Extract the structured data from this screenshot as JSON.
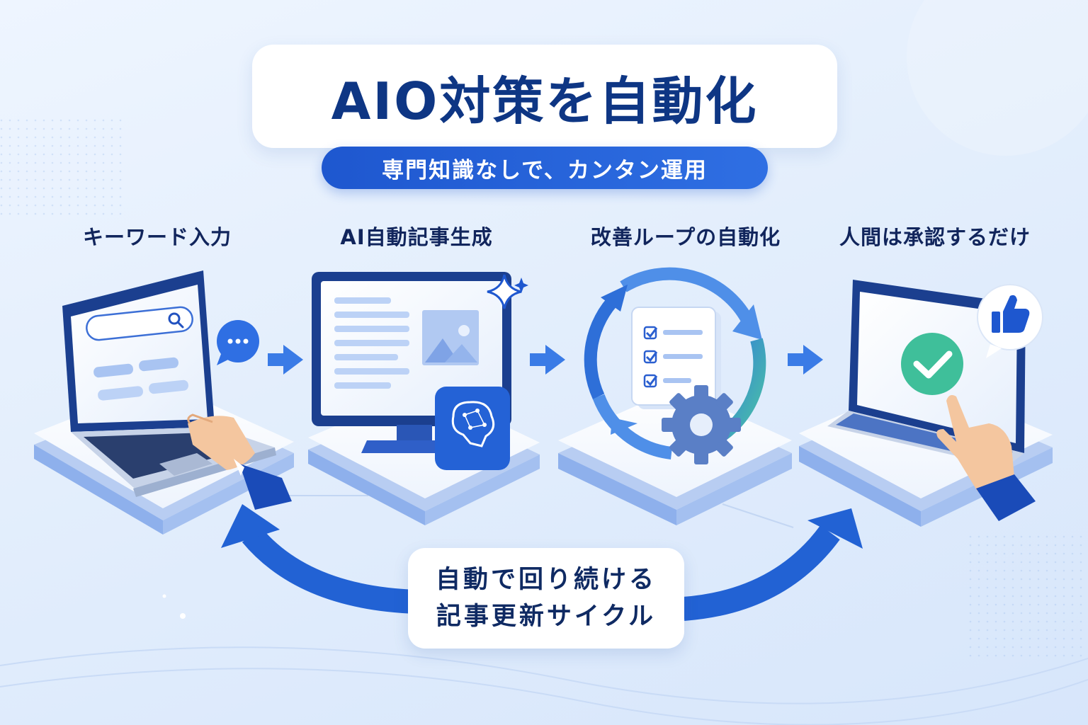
{
  "header": {
    "title": "AIO対策を自動化",
    "subtitle": "専門知識なしで、カンタン運用"
  },
  "steps": [
    {
      "label": "キーワード入力",
      "icon": "laptop-search-icon"
    },
    {
      "label": "AI自動記事生成",
      "icon": "monitor-ai-icon"
    },
    {
      "label": "改善ループの自動化",
      "icon": "checklist-loop-icon"
    },
    {
      "label": "人間は承認するだけ",
      "icon": "laptop-approve-icon"
    }
  ],
  "cycle": {
    "line1": "自動で回り続ける",
    "line2": "記事更新サイクル"
  },
  "colors": {
    "primary": "#1e57cf",
    "navy": "#0e3684",
    "light_blue": "#4f8fe8",
    "green": "#3fbf9a"
  }
}
